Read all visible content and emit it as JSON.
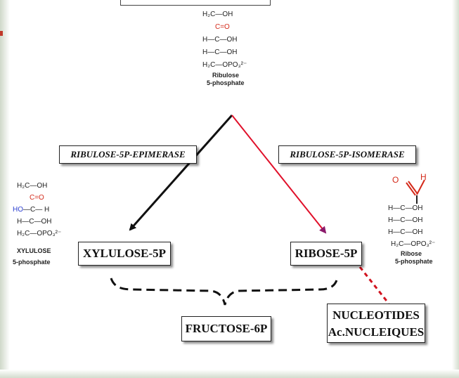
{
  "colors": {
    "epimerase_arrow": "#111111",
    "isomerase_arrow": "#e0102a",
    "isomerase_tip": "#8b1a6b",
    "carbonyl": "#d42a1a",
    "hydroxyl_blue": "#2b3ed0",
    "dashed_red": "#d1131f"
  },
  "enzymes": {
    "epimerase": "RIBULOSE-5P-EPIMERASE",
    "isomerase": "RIBULOSE-5P-ISOMERASE"
  },
  "nodes": {
    "xylulose": "XYLULOSE-5P",
    "ribose": "RIBOSE-5P",
    "fructose": "FRUCTOSE-6P",
    "nucleotides_line1": "NUCLEOTIDES",
    "nucleotides_line2": "Ac.NUCLEIQUES"
  },
  "ribulose": {
    "row1": "H₂C—OH",
    "carbonyl": "C=O",
    "row3": "H—C—OH",
    "row4": "H—C—OH",
    "row5": "H₂C—OPO₃²⁻",
    "name1": "Ribulose",
    "name2": "5-phosphate"
  },
  "xylulose_struct": {
    "row1": "H₂C—OH",
    "carbonyl": "C=O",
    "ho": "HO",
    "row3_rest": "—C—  H",
    "row4": "H—C—OH",
    "row5": "H₂C—OPO₃²⁻",
    "name1": "XYLULOSE",
    "name2": "5-phosphate"
  },
  "ribose_struct": {
    "o": "O",
    "h": "H",
    "row2": "H—C—OH",
    "row3": "H—C—OH",
    "row4": "H—C—OH",
    "row5": "H₂C—OPO₃²⁻",
    "name1": "Ribose",
    "name2": "5-phosphate"
  }
}
